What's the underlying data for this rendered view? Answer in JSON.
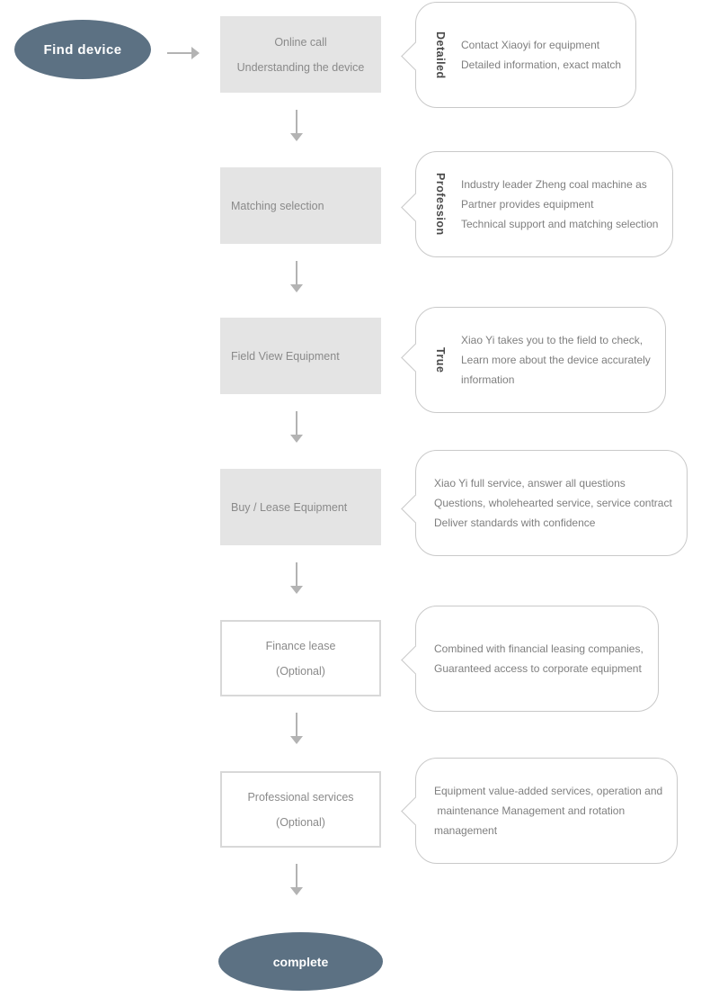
{
  "start": {
    "label": "Find device"
  },
  "end": {
    "label": "complete"
  },
  "steps": [
    {
      "box": {
        "lines": [
          "Online call",
          "Understanding the device"
        ]
      },
      "bubble": {
        "tag": "Detailed",
        "lines": [
          "Contact Xiaoyi for equipment",
          "Detailed information, exact match"
        ]
      }
    },
    {
      "box": {
        "lines": [
          "Matching selection"
        ]
      },
      "bubble": {
        "tag": "Profession",
        "lines": [
          "Industry leader Zheng coal machine as",
          "Partner provides equipment",
          "Technical support and matching selection"
        ]
      }
    },
    {
      "box": {
        "lines": [
          "Field View Equipment"
        ]
      },
      "bubble": {
        "tag": "True",
        "lines": [
          "Xiao Yi takes you to the field to check,",
          "Learn more about the device accurately",
          "information"
        ]
      }
    },
    {
      "box": {
        "lines": [
          "Buy / Lease Equipment"
        ]
      },
      "bubble": {
        "lines": [
          "Xiao Yi full service, answer all questions",
          "Questions, wholehearted service, service contract",
          "Deliver standards with confidence"
        ]
      }
    },
    {
      "box": {
        "lines": [
          "Finance lease",
          "(Optional)"
        ]
      },
      "bubble": {
        "lines": [
          "Combined with financial leasing companies,",
          "Guaranteed access to corporate equipment"
        ]
      }
    },
    {
      "box": {
        "lines": [
          "Professional services",
          "(Optional)"
        ]
      },
      "bubble": {
        "lines": [
          "Equipment value-added services, operation and",
          " maintenance Management and rotation",
          "management"
        ]
      }
    }
  ],
  "colors": {
    "node_fill": "#5c7183",
    "box_fill": "#e4e4e4",
    "box_border": "#d8d8d8",
    "bubble_border": "#c9c9c9",
    "box_text": "#8a8a8a",
    "bubble_text": "#7f7f7f",
    "tag_text": "#4a4a4a",
    "arrow": "#b3b3b3"
  }
}
